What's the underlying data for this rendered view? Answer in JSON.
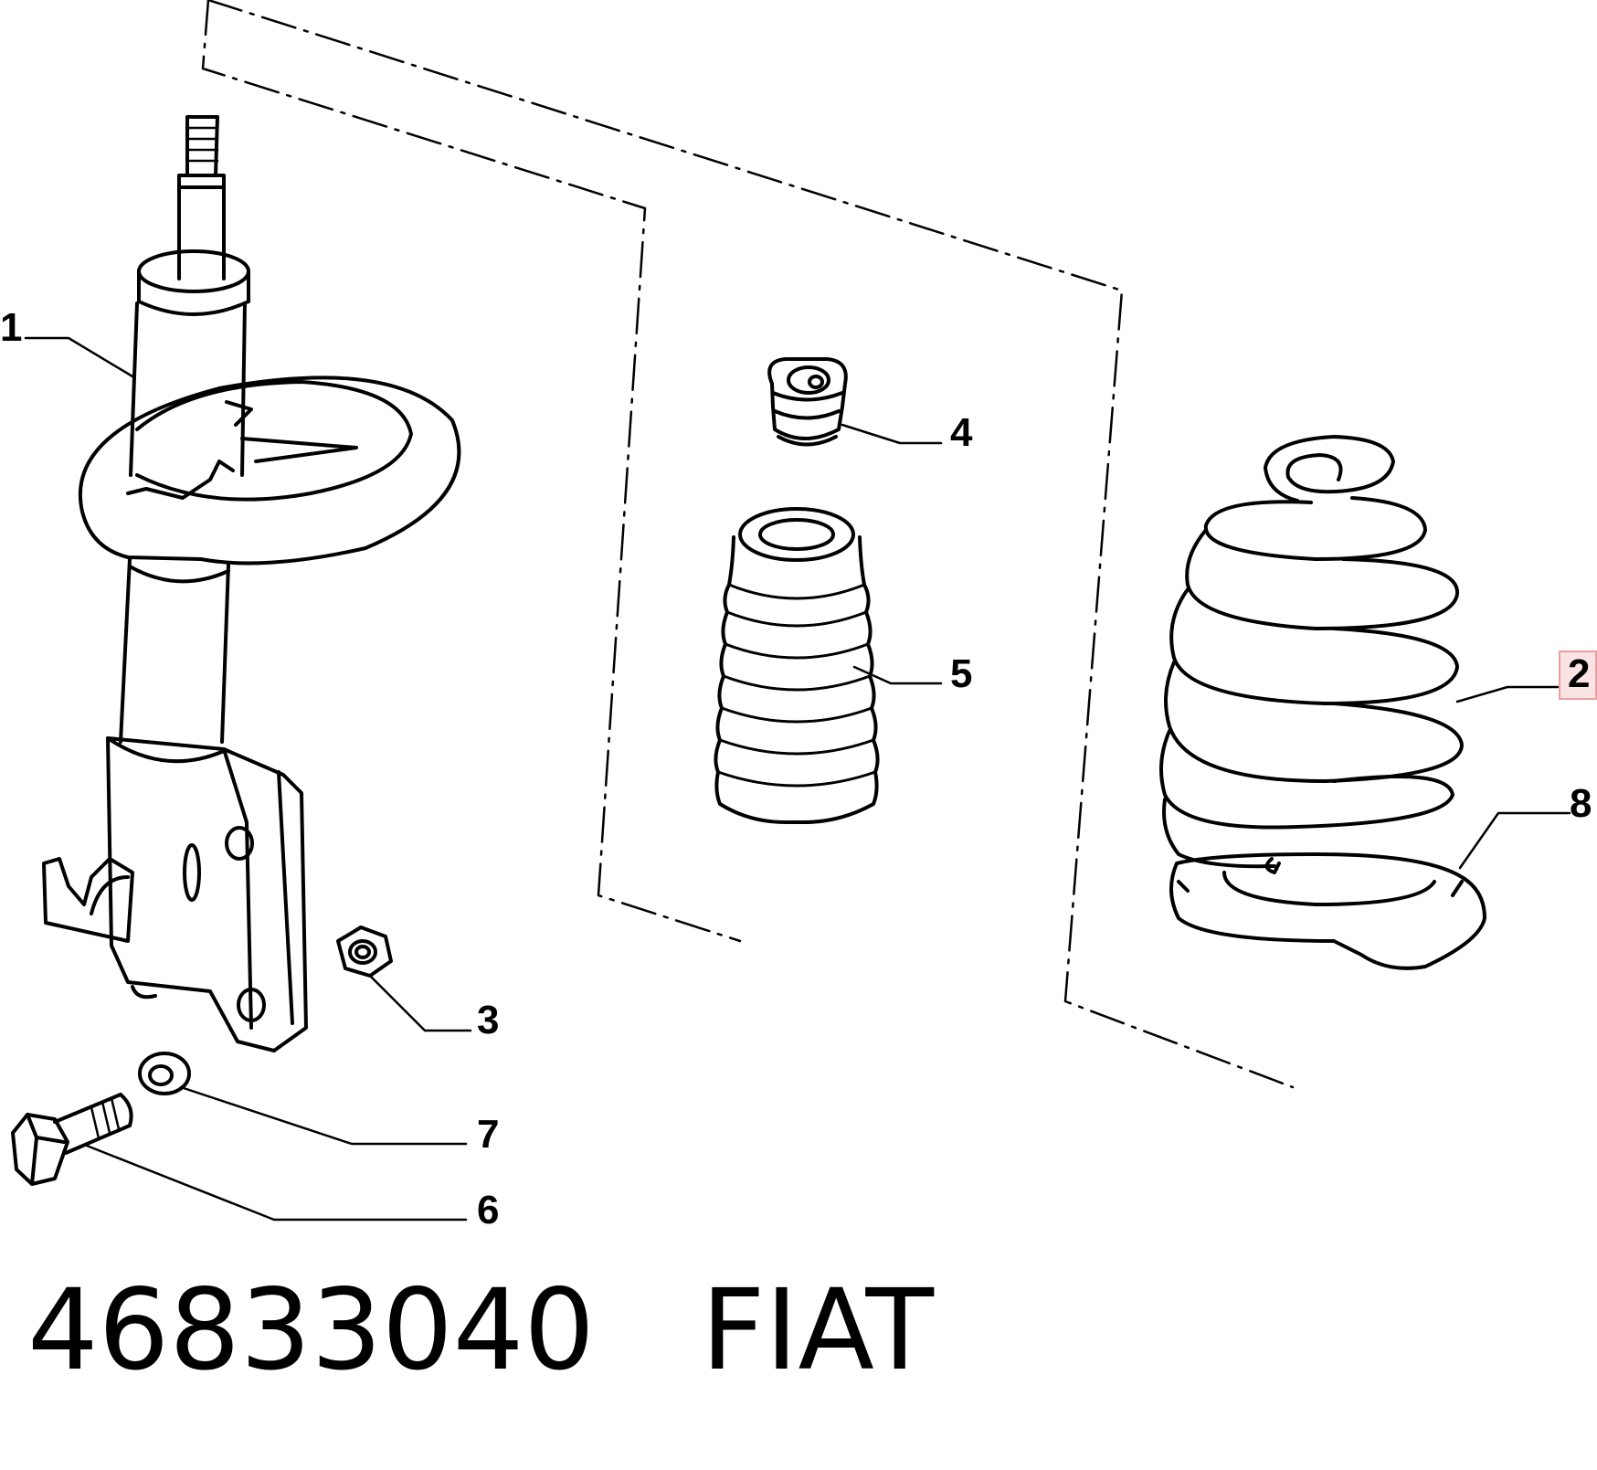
{
  "callouts": {
    "strut": "1",
    "spring": "2",
    "nut": "3",
    "bump_stop": "4",
    "dust_boot": "5",
    "bolt": "6",
    "washer": "7",
    "spring_seat": "8"
  },
  "caption": {
    "part_number": "46833040",
    "brand": "FIAT"
  },
  "highlight_color": "#e8a0a0"
}
